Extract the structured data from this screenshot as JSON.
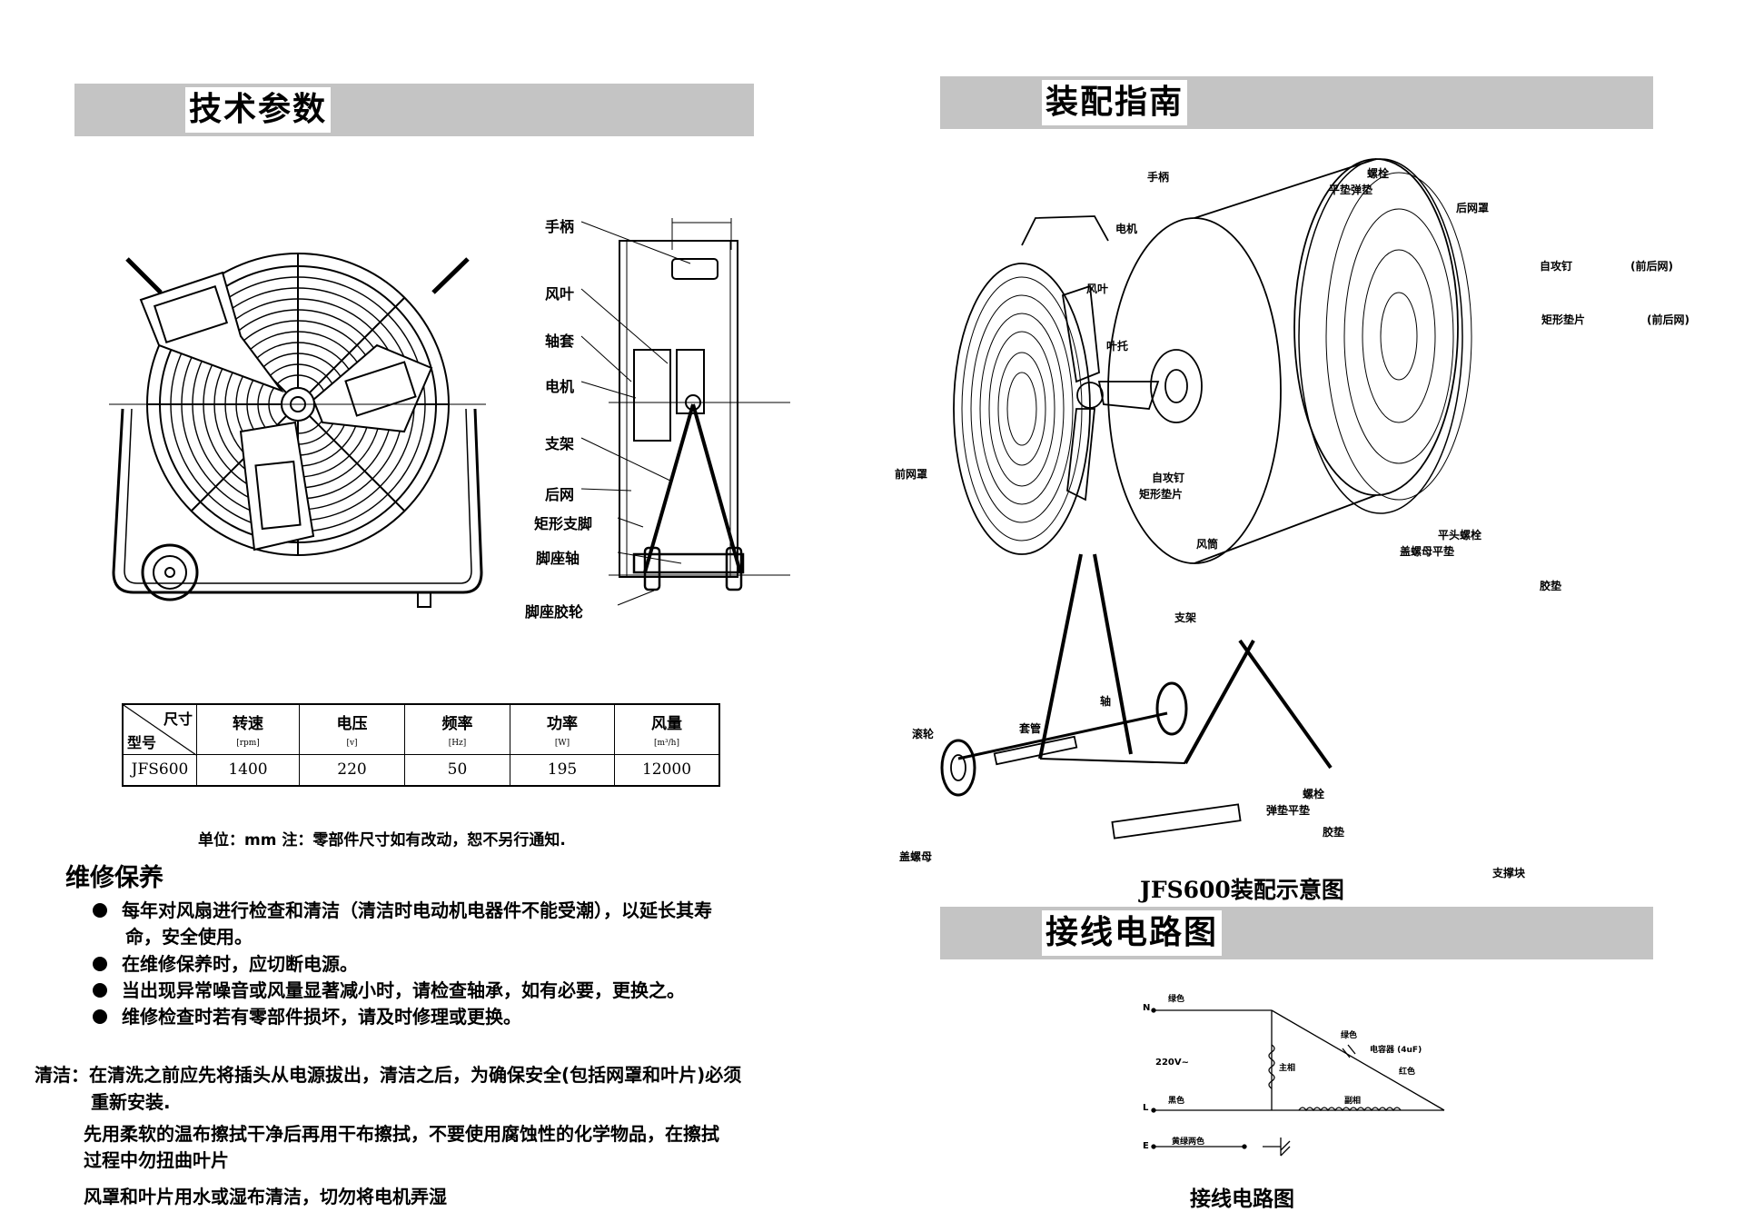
{
  "left": {
    "section_title": "技术参数",
    "side_labels": [
      "手柄",
      "风叶",
      "轴套",
      "电机",
      "支架",
      "后网",
      "矩形支脚",
      "脚座轴",
      "脚座胶轮"
    ],
    "table": {
      "corner_top": "尺寸",
      "corner_bottom": "型号",
      "columns": [
        {
          "name": "转速",
          "unit": "[rpm]"
        },
        {
          "name": "电压",
          "unit": "[v]"
        },
        {
          "name": "频率",
          "unit": "[Hz]"
        },
        {
          "name": "功率",
          "unit": "[W]"
        },
        {
          "name": "风量",
          "unit": "[m³/h]"
        }
      ],
      "row": {
        "model": "JFS600",
        "values": [
          "1400",
          "220",
          "50",
          "195",
          "12000"
        ]
      }
    },
    "unit_note": "单位：mm 注：零部件尺寸如有改动，恕不另行通知.",
    "maintenance_title": "维修保养",
    "bullets": [
      [
        "每年对风扇进行检查和清洁（清洁时电动机电器件不能受潮），以延长其寿",
        "命，安全使用。"
      ],
      [
        "在维修保养时，应切断电源。"
      ],
      [
        "当出现异常噪音或风量显著减小时，请检查轴承，如有必要，更换之。"
      ],
      [
        "维修检查时若有零部件损坏，请及时修理或更换。"
      ]
    ],
    "cleaning": [
      "清洁：在清洗之前应先将插头从电源拔出，清洁之后，为确保安全(包括网罩和叶片)必须",
      "重新安装.",
      "先用柔软的温布擦拭干净后再用干布擦拭，不要使用腐蚀性的化学物品，在擦拭",
      "过程中勿扭曲叶片",
      "风罩和叶片用水或湿布清洁，切勿将电机弄湿"
    ]
  },
  "right": {
    "section_title": "装配指南",
    "assembly_labels": {
      "handle": "手柄",
      "bolt": "螺栓",
      "flat_spring": "平垫弹垫",
      "rear_guard": "后网罩",
      "screw": "自攻钉",
      "screw_note": "(前后网)",
      "pad": "矩形垫片",
      "pad_note": "(前后网)",
      "motor": "电机",
      "blade": "风叶",
      "hub": "叶托",
      "front_guard": "前网罩",
      "screw2": "自攻钉",
      "pad2": "矩形垫片",
      "drum": "风筒",
      "flat_bolt": "平头螺栓",
      "cap_nut_washer": "盖螺母平垫",
      "rubber": "胶垫",
      "stand": "支架",
      "axle": "轴",
      "wheel": "滚轮",
      "sleeve": "套管",
      "bolt2": "螺栓",
      "spring_washer": "弹垫平垫",
      "rubber2": "胶垫",
      "cap_nut": "盖螺母",
      "support": "支撑块"
    },
    "assembly_caption": "JFS600装配示意图",
    "wiring_title": "接线电路图",
    "wiring_labels": {
      "n": "N",
      "l": "L",
      "e": "E",
      "green": "绿色",
      "black": "黑色",
      "yellow_green": "黄绿两色",
      "v": "220V~",
      "main": "主相",
      "green2": "绿色",
      "cap": "电容器 (4uF)",
      "red": "红色",
      "aux": "副相"
    },
    "wiring_caption": "接线电路图"
  }
}
